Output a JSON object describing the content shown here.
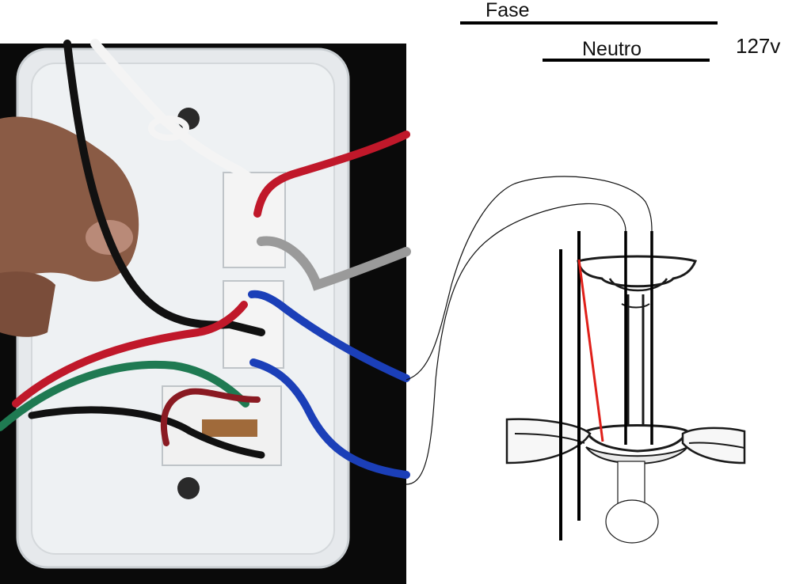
{
  "labels": {
    "phase": "Fase",
    "neutral": "Neutro",
    "voltage": "127v"
  },
  "colors": {
    "wire_red": "#c0182a",
    "wire_blue": "#1b3fb8",
    "wire_green": "#1f7a52",
    "wire_black": "#111111",
    "wire_white": "#f4f4f4",
    "wire_gray": "#9a9a9a",
    "plate": "#e9ecee",
    "diagram_red_line": "#e0201a"
  },
  "icons": [
    "switch-plate-photo",
    "ceiling-fan-icon",
    "lamp-bulb-icon"
  ]
}
